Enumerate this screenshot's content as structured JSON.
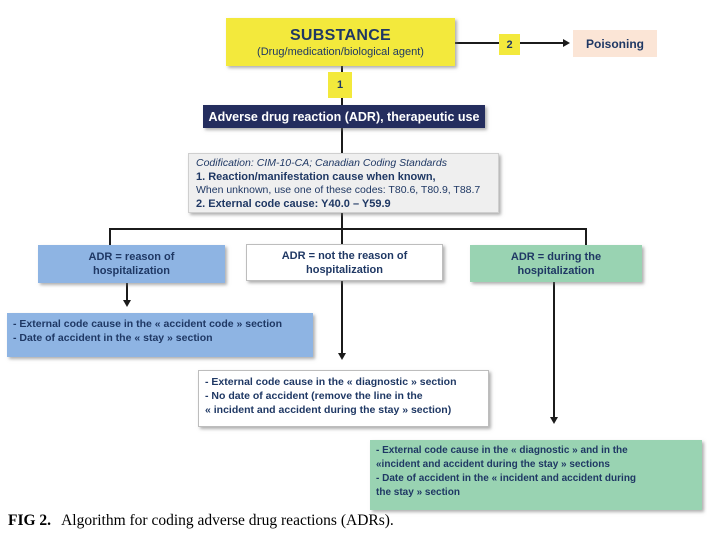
{
  "colors": {
    "yellow": "#F3E93C",
    "navy_header_bg": "#242D5E",
    "text_navy": "#1F3864",
    "peach": "#FBE5D6",
    "branch_blue": "#8EB4E3",
    "branch_green": "#99D3B2",
    "note_gray": "#EFEFEF"
  },
  "flowchart": {
    "substance": {
      "title": "SUBSTANCE",
      "subtitle": "(Drug/medication/biological agent)"
    },
    "badges": {
      "to_adr": "1",
      "to_poisoning": "2"
    },
    "poisoning_label": "Poisoning",
    "adr_header_label": "Adverse drug reaction (ADR), therapeutic use",
    "codification_note": {
      "intro": "Codification: CIM-10-CA; Canadian Coding Standards",
      "item1": "1. Reaction/manifestation cause when known,",
      "item1_sub": "When unknown, use one of these codes: T80.6, T80.9, T88.7",
      "item2": "2. External code cause: Y40.0 – Y59.9"
    },
    "branches": [
      {
        "label": [
          "ADR = reason of",
          "hospitalization"
        ],
        "detail": [
          "- External code cause in the « accident code » section",
          "- Date of accident in the « stay » section"
        ]
      },
      {
        "label": [
          "ADR = not the reason of",
          "hospitalization"
        ],
        "detail": [
          "- External code cause in the « diagnostic » section",
          "- No date of accident  (remove the line in the",
          "« incident and accident during the stay » section)"
        ]
      },
      {
        "label": [
          "ADR = during the",
          "hospitalization"
        ],
        "detail": [
          "- External code cause in the « diagnostic » and in the",
          "«incident and accident during the stay » sections",
          "- Date of accident in the «  incident and accident during",
          "the stay  » section"
        ]
      }
    ]
  },
  "caption": {
    "label": "FIG 2.",
    "text": "Algorithm for coding adverse drug reactions (ADRs)."
  }
}
